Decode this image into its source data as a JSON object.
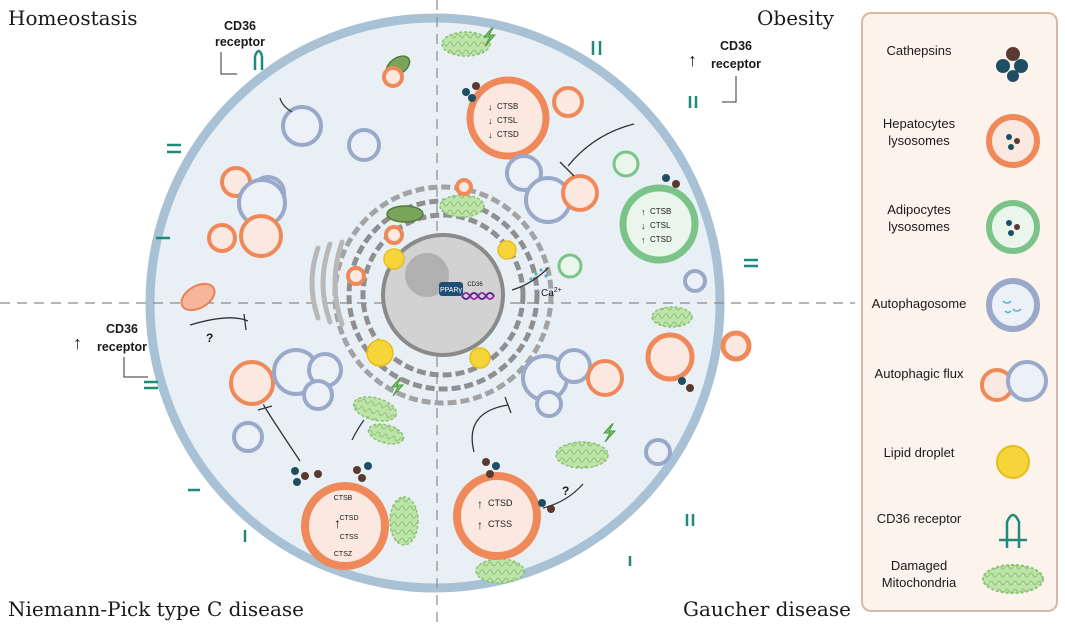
{
  "quadrants": {
    "homeostasis": "Homeostasis",
    "obesity": "Obesity",
    "niemann_pick": "Niemann-Pick type C disease",
    "gaucher": "Gaucher disease"
  },
  "labels": {
    "cd36_homeostasis": [
      "CD36",
      "receptor"
    ],
    "cd36_obesity": [
      "CD36",
      "receptor"
    ],
    "cd36_npc": [
      "CD36",
      "receptor"
    ],
    "nucleus_pparg": "PPARγ",
    "nucleus_cd36": "CD36",
    "calcium": "Ca",
    "calcium_sup": "2+",
    "question_npc": "?",
    "question_gaucher": "?"
  },
  "lysosome_obesity_hepatocyte": [
    "CTSB",
    "CTSL",
    "CTSD"
  ],
  "lysosome_obesity_adipocyte": [
    "CTSB",
    "CTSL",
    "CTSD"
  ],
  "lysosome_npc": [
    "CTSB",
    "CTSD",
    "CTSS",
    "CTSZ"
  ],
  "lysosome_gaucher": [
    "CTSD",
    "CTSS"
  ],
  "legend": [
    {
      "label": "Cathepsins",
      "icon": "cathepsins-icon"
    },
    {
      "label": "Hepatocytes lysosomes",
      "icon": "hepatocyte-lysosome-icon"
    },
    {
      "label": "Adipocytes lysosomes",
      "icon": "adipocyte-lysosome-icon"
    },
    {
      "label": "Autophagosome",
      "icon": "autophagosome-icon"
    },
    {
      "label": "Autophagic flux",
      "icon": "autophagic-flux-icon"
    },
    {
      "label": "Lipid droplet",
      "icon": "lipid-droplet-icon"
    },
    {
      "label": "CD36 receptor",
      "icon": "cd36-receptor-icon"
    },
    {
      "label": "Damaged Mitochondria",
      "icon": "damaged-mitochondria-icon"
    }
  ],
  "colors": {
    "cell_fill": "#e7f0f6",
    "membrane": "#a9c3d6",
    "hepatocyte_lysosome": "#f08a5d",
    "adipocyte_lysosome": "#7cc38a",
    "autophagosome": "#9aa9c9",
    "lipid_droplet": "#f6d43a",
    "cd36": "#1f8a7a",
    "mitochondria": "#b6dfa0",
    "cathepsin_teal": "#1d4e63",
    "cathepsin_brown": "#5a3a2e"
  }
}
